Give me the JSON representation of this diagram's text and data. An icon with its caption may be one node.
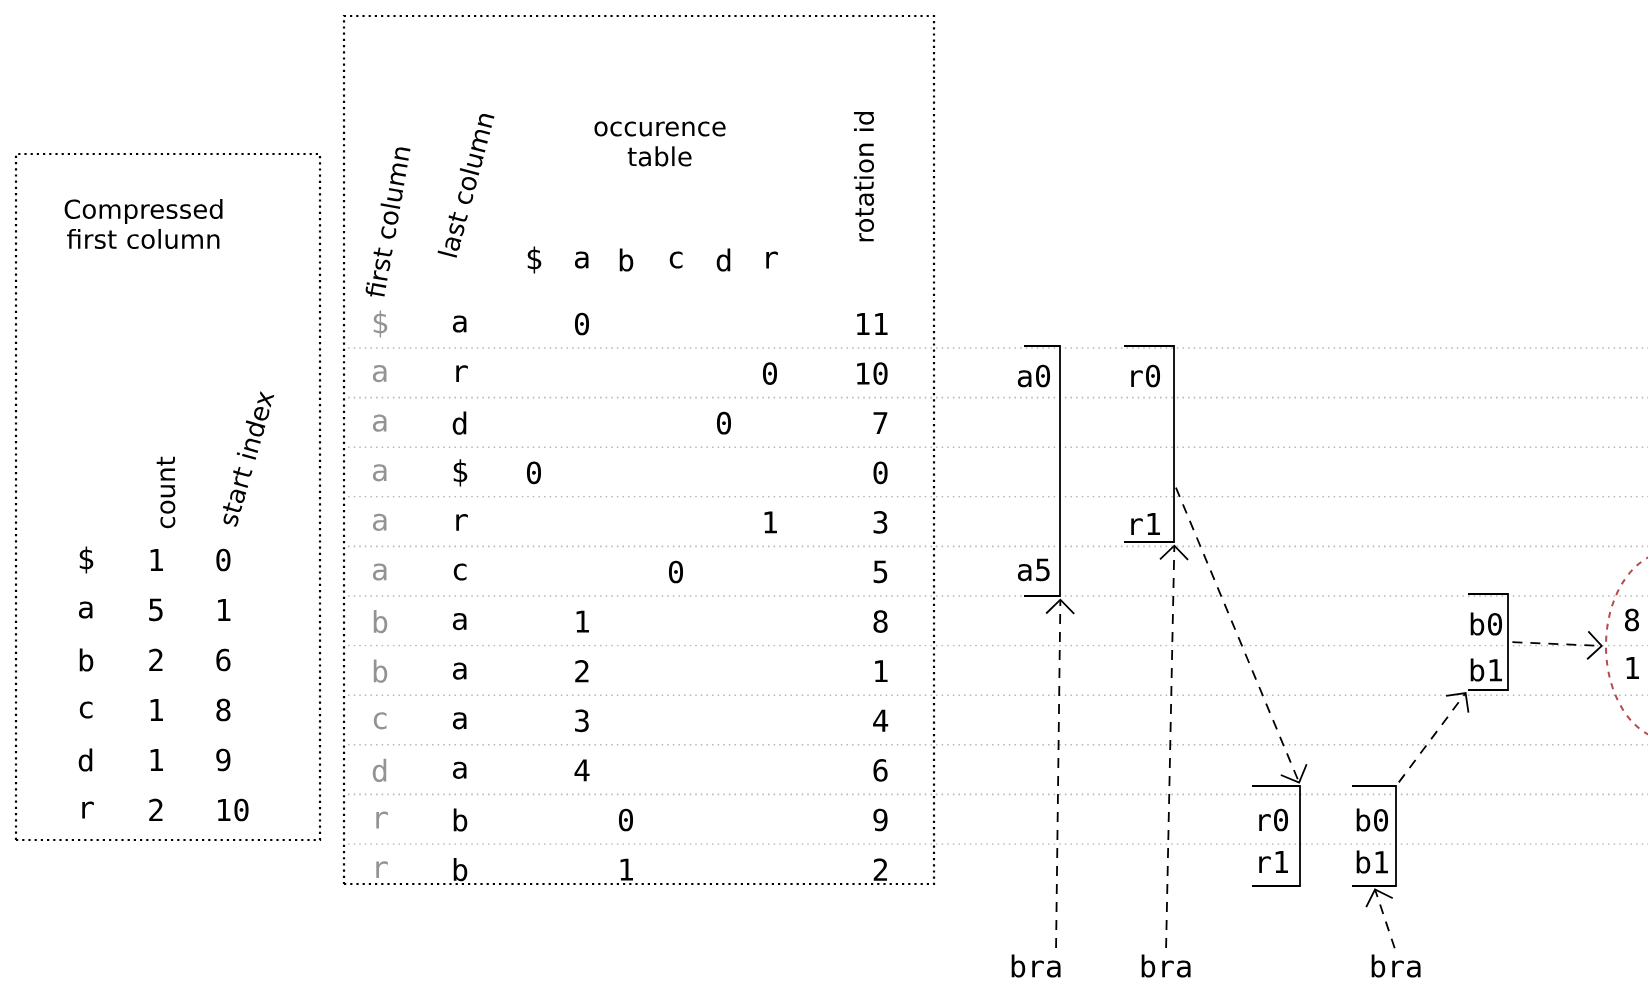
{
  "diagram": {
    "nodes": [
      {
        "text": [
          "Compressed first column"
        ]
      },
      {
        "text": [
          "first column",
          "last column",
          "occurence table",
          "rotation id"
        ]
      },
      {
        "text": [
          "a0",
          "a5"
        ]
      },
      {
        "text": [
          "r0",
          "r1"
        ]
      },
      {
        "text": [
          "r0",
          "r1"
        ]
      },
      {
        "text": [
          "b0",
          "b1"
        ]
      },
      {
        "text": [
          "b0",
          "b1"
        ]
      },
      {
        "text": [
          "8",
          "1"
        ]
      },
      {
        "text": [
          "bra"
        ]
      },
      {
        "text": [
          "bra"
        ]
      },
      {
        "text": [
          "bra"
        ]
      }
    ],
    "edges": [
      {
        "from": 8,
        "to": 2,
        "arrow": "to",
        "style": "dashed"
      },
      {
        "from": 9,
        "to": 3,
        "arrow": "to",
        "style": "dashed"
      },
      {
        "from": 3,
        "to": 4,
        "arrow": "to",
        "style": "dashed"
      },
      {
        "from": 10,
        "to": 5,
        "arrow": "to",
        "style": "dashed"
      },
      {
        "from": 5,
        "to": 6,
        "arrow": "to",
        "style": "dashed"
      },
      {
        "from": 6,
        "to": 7,
        "arrow": "to",
        "style": "dashed"
      }
    ],
    "labels": [
      "count",
      "start index",
      "$",
      "1",
      "0",
      "a",
      "5",
      "1",
      "b",
      "2",
      "6",
      "c",
      "1",
      "8",
      "d",
      "1",
      "9",
      "r",
      "2",
      "10",
      "$",
      "a",
      "b",
      "c",
      "d",
      "r",
      "$",
      "a",
      "0",
      "11",
      "a",
      "r",
      "0",
      "10",
      "a",
      "d",
      "0",
      "7",
      "a",
      "$",
      "0",
      "0",
      "a",
      "r",
      "1",
      "3",
      "a",
      "c",
      "0",
      "5",
      "b",
      "a",
      "1",
      "8",
      "b",
      "a",
      "2",
      "1",
      "c",
      "a",
      "3",
      "4",
      "d",
      "a",
      "4",
      "6",
      "r",
      "b",
      "0",
      "9",
      "r",
      "b",
      "1",
      "2"
    ]
  }
}
